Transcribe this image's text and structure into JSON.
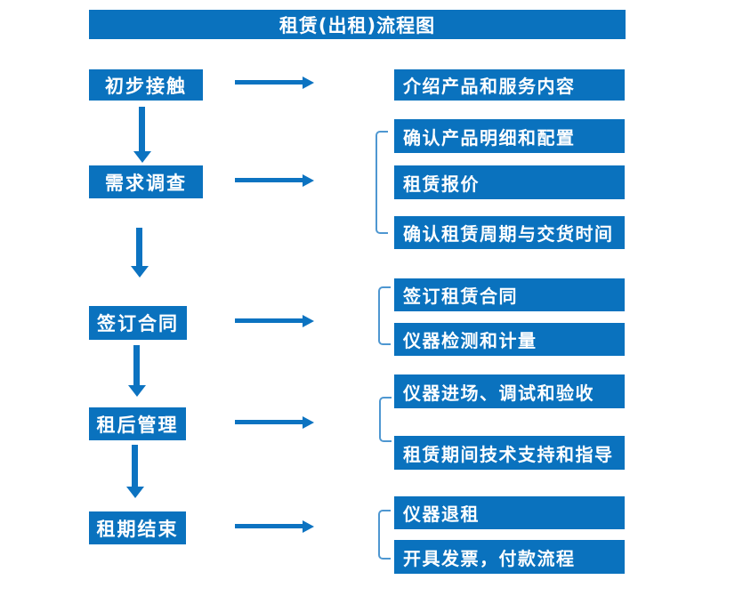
{
  "title": "租赁(出租)流程图",
  "colors": {
    "box_fill": "#0a72be",
    "arrow": "#0c73c1",
    "bracket": "#4e97d1",
    "text": "#ffffff",
    "background": "#ffffff"
  },
  "steps": [
    {
      "label": "初步接触",
      "items": [
        "介绍产品和服务内容"
      ]
    },
    {
      "label": "需求调查",
      "items": [
        "确认产品明细和配置",
        "租赁报价",
        "确认租赁周期与交货时间"
      ]
    },
    {
      "label": "签订合同",
      "items": [
        "签订租赁合同",
        "仪器检测和计量"
      ]
    },
    {
      "label": "租后管理",
      "items": [
        "仪器进场、调试和验收",
        "租赁期间技术支持和指导"
      ]
    },
    {
      "label": "租期结束",
      "items": [
        "仪器退租",
        "开具发票，付款流程"
      ]
    }
  ]
}
